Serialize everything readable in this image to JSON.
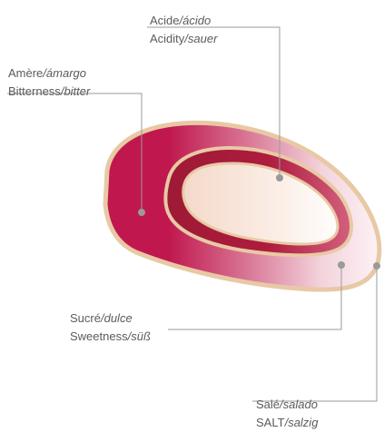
{
  "diagram": {
    "colors": {
      "outline": "#e8c9a5",
      "bitter": "#c0184e",
      "acid": "#aa1838",
      "light": "#f7e2d6",
      "pointer": "#9a9a9a"
    }
  },
  "labels": {
    "acid": {
      "fr": "Acide",
      "es": "ácido",
      "en": "Acidity",
      "de": "sauer"
    },
    "bitter": {
      "fr": "Amère",
      "es": "ámargo",
      "en": "Bitterness",
      "de": "bitter"
    },
    "sweet": {
      "fr": "Sucré",
      "es": "dulce",
      "en": "Sweetness",
      "de": "süß"
    },
    "salt": {
      "fr": "Salé",
      "es": "salado",
      "en": "SALT",
      "de": "salzig"
    }
  }
}
